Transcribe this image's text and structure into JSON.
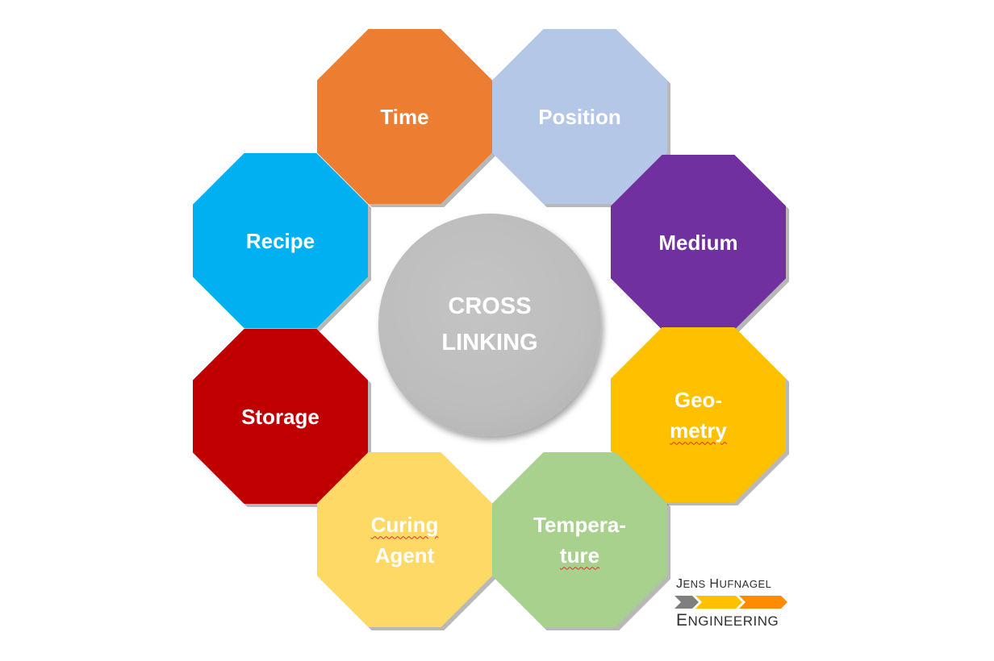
{
  "diagram": {
    "center": {
      "label": "CROSS\nLINKING",
      "color": "#bdbdbd"
    },
    "nodes": [
      {
        "id": "time",
        "label": "Time",
        "color": "#ed7d31"
      },
      {
        "id": "position",
        "label": "Position",
        "color": "#b4c7e7"
      },
      {
        "id": "recipe",
        "label": "Recipe",
        "color": "#00b0f0"
      },
      {
        "id": "medium",
        "label": "Medium",
        "color": "#7030a0"
      },
      {
        "id": "storage",
        "label": "Storage",
        "color": "#c00000"
      },
      {
        "id": "geometry",
        "label": "Geo-\nmetry",
        "color": "#ffc000"
      },
      {
        "id": "curing-agent",
        "label": "Curing\nAgent",
        "color": "#ffd966"
      },
      {
        "id": "temperature",
        "label": "Tempera-\nture",
        "color": "#a9d18e"
      }
    ]
  },
  "logo": {
    "line1": "Jens Hufnagel",
    "line2": "Engineering",
    "arrow_colors": [
      "#7f7f7f",
      "#ffc000",
      "#ff8c00"
    ]
  }
}
